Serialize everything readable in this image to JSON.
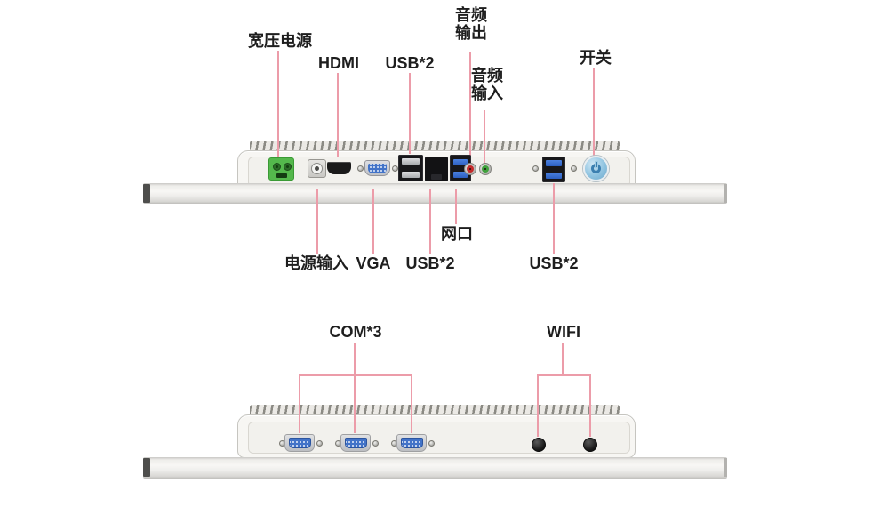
{
  "colors": {
    "background": "#ffffff",
    "label_text": "#1e1e1e",
    "leader_line": "#ec9ca9",
    "chassis_fill": "#f7f6f3",
    "chassis_border": "#c6c5c0",
    "terminal_green": "#54b84c",
    "vga_blue": "#4273c8",
    "usb3_blue": "#2f6bd6",
    "audio_out_red": "#c42a2a",
    "audio_in_green": "#3fa03c",
    "power_button_blue": "#8fc3e0"
  },
  "top_view": {
    "labels_top": [
      {
        "id": "wide-voltage-power",
        "text": "宽压电源",
        "target": "power-terminal-block"
      },
      {
        "id": "hdmi",
        "text": "HDMI",
        "target": "hdmi-port"
      },
      {
        "id": "usb2-top",
        "text": "USB*2",
        "target": "usb2-dual-port"
      },
      {
        "id": "audio-output",
        "text": "音频输出",
        "target": "audio-out-jack"
      },
      {
        "id": "audio-input",
        "text": "音频输入",
        "target": "audio-in-jack"
      },
      {
        "id": "power-switch",
        "text": "开关",
        "target": "power-button"
      }
    ],
    "labels_bottom": [
      {
        "id": "power-input",
        "text": "电源输入",
        "target": "dc-power-jack"
      },
      {
        "id": "vga",
        "text": "VGA",
        "target": "vga-port"
      },
      {
        "id": "usb2-left",
        "text": "USB*2",
        "target": "usb3-dual-port-left"
      },
      {
        "id": "lan",
        "text": "网口",
        "target": "ethernet-port"
      },
      {
        "id": "usb2-right",
        "text": "USB*2",
        "target": "usb3-dual-port-right"
      }
    ],
    "ports": [
      "power-terminal-block",
      "dc-power-jack",
      "hdmi-port",
      "vga-port",
      "usb2-dual-port",
      "ethernet-port",
      "usb3-dual-port-left",
      "audio-out-jack",
      "audio-in-jack",
      "usb3-dual-port-right",
      "power-button"
    ]
  },
  "bottom_view": {
    "labels": [
      {
        "id": "com",
        "text": "COM*3",
        "target": "com-ports"
      },
      {
        "id": "wifi",
        "text": "WIFI",
        "target": "wifi-antennas"
      }
    ],
    "ports": [
      "com-port-1",
      "com-port-2",
      "com-port-3",
      "wifi-antenna-1",
      "wifi-antenna-2"
    ]
  }
}
